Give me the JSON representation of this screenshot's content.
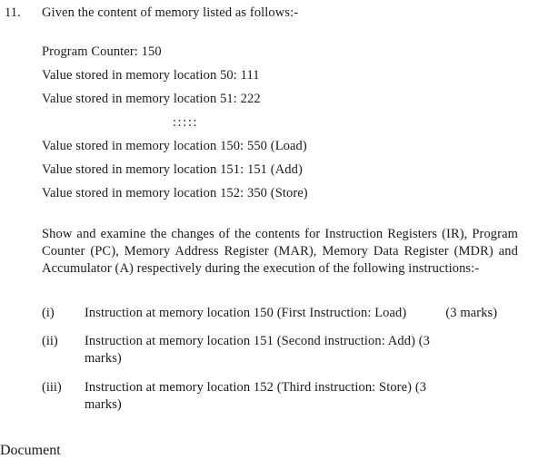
{
  "document": {
    "background_color": "#ffffff",
    "text_color": "#1b1b1b"
  },
  "question": {
    "number": "11.",
    "stem": "Given the content of memory listed as follows:-"
  },
  "memory_listing": {
    "lines": [
      "Program Counter: 150",
      "Value stored in memory location 50: 111",
      "Value stored in memory location 51: 222"
    ],
    "ellipsis": ":::::",
    "lines_after": [
      "Value stored in memory location 150: 550 (Load)",
      "Value stored in memory location 151: 151 (Add)",
      "Value stored in memory location 152: 350 (Store)"
    ]
  },
  "instruction_paragraph": {
    "text": "Show and examine the changes of the contents for Instruction Registers (IR), Program Counter (PC), Memory Address Register (MAR), Memory Data Register (MDR) and Accumulator (A) respectively during the execution of the following instructions:-"
  },
  "sub_items": [
    {
      "label": "(i)",
      "text": "Instruction at memory location 150 (First Instruction: Load)",
      "marks": "(3 marks)",
      "marks_first": "(3",
      "marks_second": "marks)"
    },
    {
      "label": "(ii)",
      "text": "Instruction at memory location 151 (Second instruction: Add)",
      "marks": "(3 marks)",
      "marks_first": "(3",
      "marks_second": "marks)"
    },
    {
      "label": "(iii)",
      "text": "Instruction at memory location 152 (Third instruction: Store)",
      "marks": "(3 marks)",
      "marks_first": "(3",
      "marks_second": "marks)"
    }
  ]
}
